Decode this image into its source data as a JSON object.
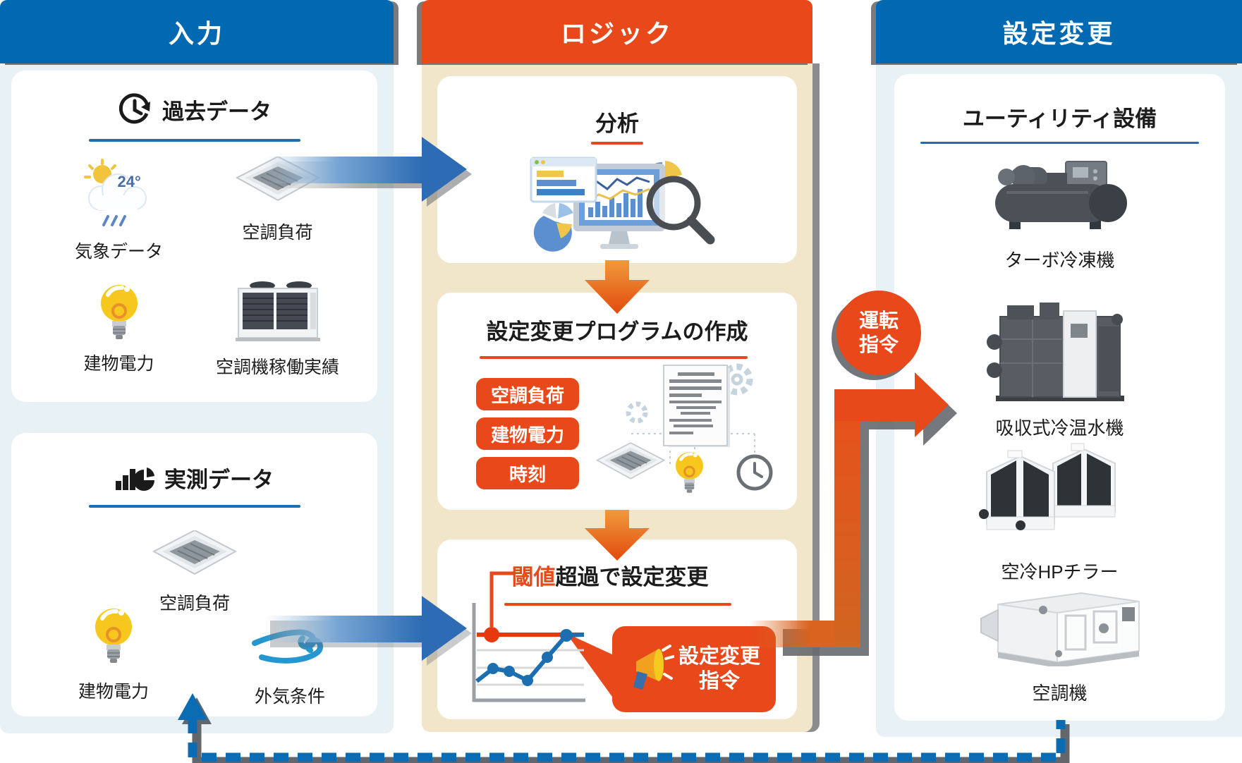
{
  "colors": {
    "header_blue": "#0069b1",
    "accent_orange": "#e8481a",
    "panel_beige": "#f1e6ca",
    "panel_light_blue": "#e8f1f5",
    "underline_blue": "#1b6eb4",
    "threshold_red": "#e8380d",
    "chart_line_blue": "#1b6fb0",
    "feedback_dash_blue": "#0c6cb3"
  },
  "columns": {
    "input": {
      "header": "入力",
      "past_card": {
        "icon": "history-clock-icon",
        "title": "過去データ",
        "items": [
          {
            "icon": "weather-icon",
            "label": "気象データ",
            "temp": "24°"
          },
          {
            "icon": "ac-cassette-icon",
            "label": "空調負荷"
          },
          {
            "icon": "lightbulb-icon",
            "label": "建物電力"
          },
          {
            "icon": "ac-outdoor-unit-icon",
            "label": "空調機稼働実績"
          }
        ]
      },
      "measured_card": {
        "icon": "bar-pie-chart-icon",
        "title": "実測データ",
        "items": [
          {
            "icon": "ac-cassette-icon",
            "label": "空調負荷"
          },
          {
            "icon": "lightbulb-icon",
            "label": "建物電力"
          },
          {
            "icon": "wind-icon",
            "label": "外気条件"
          }
        ]
      }
    },
    "logic": {
      "header": "ロジック",
      "analysis_card": {
        "title": "分析",
        "illustration": "data-analysis-illustration"
      },
      "program_card": {
        "title": "設定変更プログラムの作成",
        "tags": [
          "空調負荷",
          "建物電力",
          "時刻"
        ],
        "illustration": "program-document-illustration"
      },
      "threshold_card": {
        "title_highlight": "閾値",
        "title_rest": "超過で設定変更",
        "command_badge": {
          "icon": "megaphone-icon",
          "line1": "設定変更",
          "line2": "指令"
        }
      }
    },
    "output": {
      "header": "設定変更",
      "utility_card": {
        "title": "ユーティリティ設備",
        "items": [
          {
            "icon": "turbo-chiller-image",
            "label": "ターボ冷凍機"
          },
          {
            "icon": "absorption-chiller-image",
            "label": "吸収式冷温水機"
          },
          {
            "icon": "air-cooled-hp-chiller-image",
            "label": "空冷HPチラー"
          },
          {
            "icon": "air-handling-unit-image",
            "label": "空調機"
          }
        ]
      }
    }
  },
  "connectors": {
    "operation_badge": {
      "line1": "運転",
      "line2": "指令"
    }
  }
}
